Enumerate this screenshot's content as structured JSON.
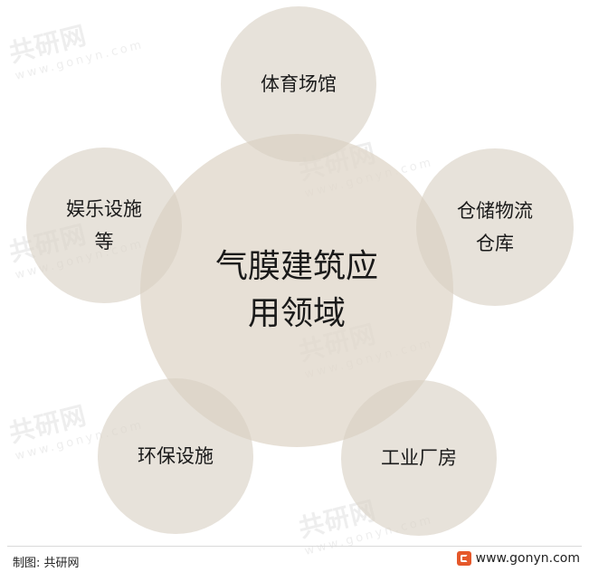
{
  "diagram": {
    "center": {
      "lines": [
        "气膜建筑应",
        "用领域"
      ]
    },
    "nodes": [
      {
        "id": "top",
        "lines": [
          "体育场馆"
        ]
      },
      {
        "id": "left",
        "lines": [
          "娱乐设施",
          "等"
        ]
      },
      {
        "id": "right",
        "lines": [
          "仓储物流",
          "仓库"
        ]
      },
      {
        "id": "bottom-left",
        "lines": [
          "环保设施"
        ]
      },
      {
        "id": "bottom-right",
        "lines": [
          "工业厂房"
        ]
      }
    ]
  },
  "footer": {
    "source": "制图: 共研网",
    "website": "www.gonyn.com"
  },
  "watermark": {
    "brand": "共研网",
    "url": "www.gonyn.com"
  },
  "colors": {
    "circle_fill": "#d9d0c3",
    "logo_accent": "#e5582a"
  }
}
